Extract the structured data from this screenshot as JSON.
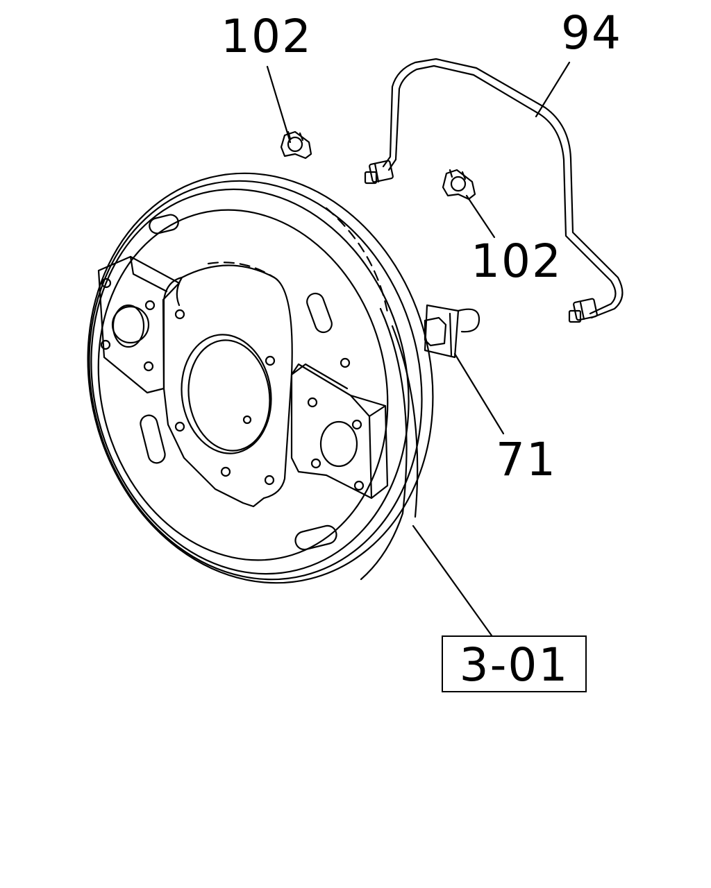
{
  "callouts": {
    "clip_upper": "102",
    "pipe": "94",
    "clip_lower": "102",
    "bracket": "71"
  },
  "reference": {
    "label": "3-01"
  },
  "colors": {
    "line": "#000000",
    "background": "#ffffff"
  }
}
